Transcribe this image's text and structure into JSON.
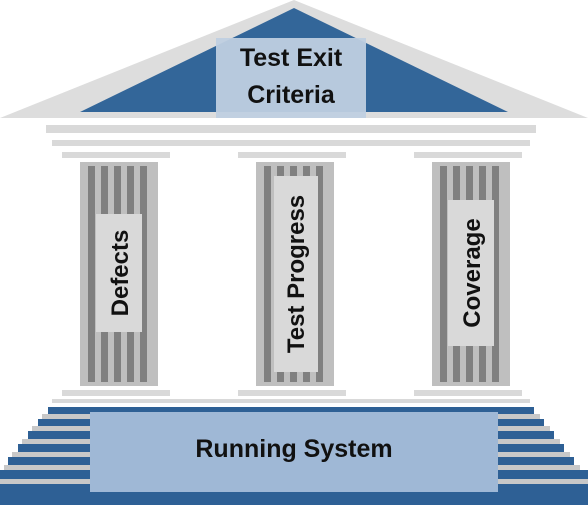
{
  "roof": {
    "title_line1": "Test Exit",
    "title_line2": "Criteria"
  },
  "pillars": [
    {
      "label": "Defects"
    },
    {
      "label": "Test Progress"
    },
    {
      "label": "Coverage"
    }
  ],
  "foundation": {
    "label": "Running System"
  },
  "colors": {
    "roof_blue": "#336699",
    "roof_border": "#dddddd",
    "label_box": "#bfcfe0",
    "foundation_box": "#9fb8d6",
    "stone_light": "#d9d9d9",
    "stone_mid": "#bfbfbf",
    "stone_dark": "#808080",
    "step_blue": "#2e6095",
    "step_gray": "#c8c8c8",
    "text": "#111111"
  }
}
